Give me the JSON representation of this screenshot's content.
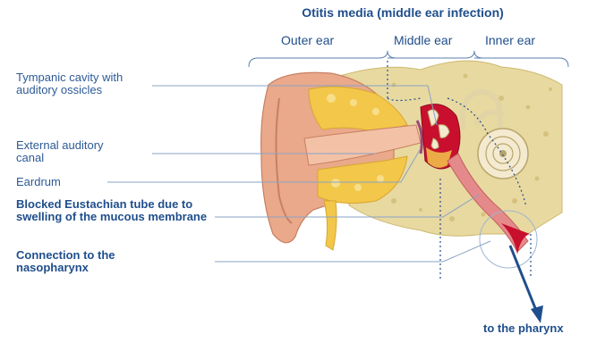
{
  "title": "Otitis media (middle ear infection)",
  "regions": {
    "outer": "Outer ear",
    "middle": "Middle ear",
    "inner": "Inner ear"
  },
  "labels": {
    "tympanic": "Tympanic cavity with auditory ossicles",
    "canal": "External auditory canal",
    "eardrum": "Eardrum",
    "eustachian": "Blocked Eustachian tube due to swelling of the mucous membrane",
    "nasopharynx": "Connection to the nasopharynx"
  },
  "arrow_label": "to the pharynx",
  "colors": {
    "accent": "#1f4e8c",
    "skin": "#e9a98a",
    "bone": "#e8d9a0",
    "fat": "#f2c74a",
    "inflamed": "#c8102e",
    "tube": "#e58a8a"
  }
}
